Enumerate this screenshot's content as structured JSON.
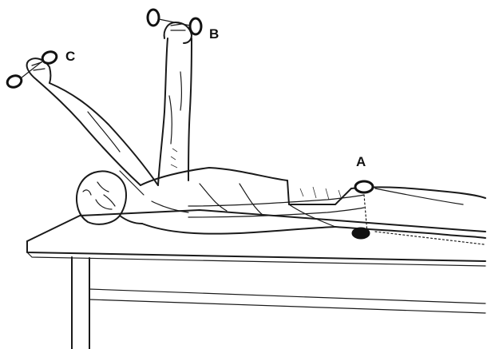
{
  "figure": {
    "labels": {
      "a": "A",
      "b": "B",
      "c": "C"
    }
  },
  "colors": {
    "ink": "#1a1a1a",
    "background": "#ffffff"
  }
}
